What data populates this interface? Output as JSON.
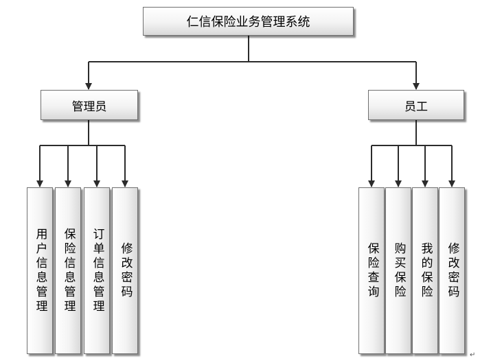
{
  "root": {
    "label": "仁信保险业务管理系统"
  },
  "groups": [
    {
      "label": "管理员",
      "children": [
        "用户信息管理",
        "保险信息管理",
        "订单信息管理",
        "修改密码"
      ]
    },
    {
      "label": "员工",
      "children": [
        "保险查询",
        "购买保险",
        "我的保险",
        "修改密码"
      ]
    }
  ],
  "paragraph_mark": "↵"
}
